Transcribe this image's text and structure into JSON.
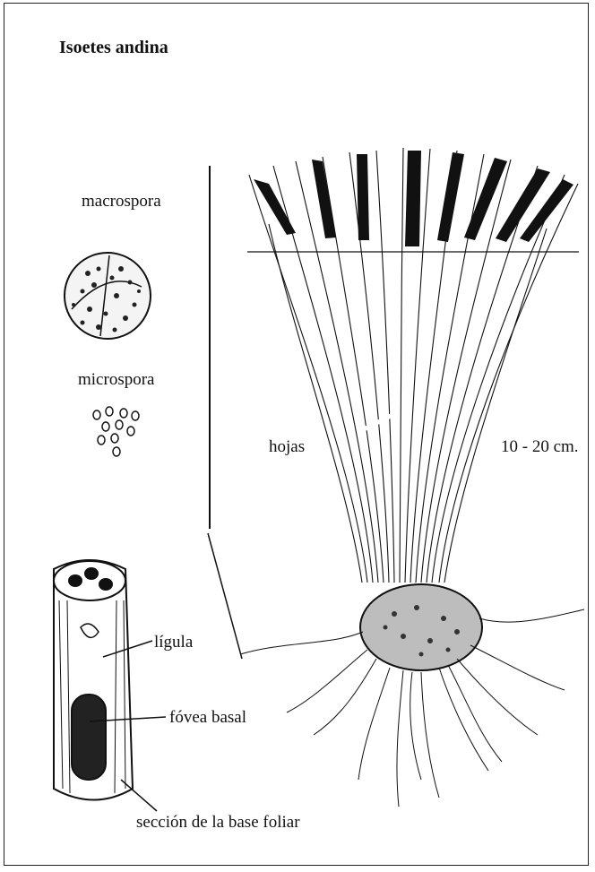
{
  "title": "Isoetes andina",
  "labels": {
    "macrospora": "macrospora",
    "microspora": "microspora",
    "hojas": "hojas",
    "size": "10 - 20 cm.",
    "ligula": "lígula",
    "fovea": "fóvea basal",
    "seccion": "sección de la base foliar"
  },
  "colors": {
    "ink": "#111111",
    "paper": "#ffffff"
  }
}
